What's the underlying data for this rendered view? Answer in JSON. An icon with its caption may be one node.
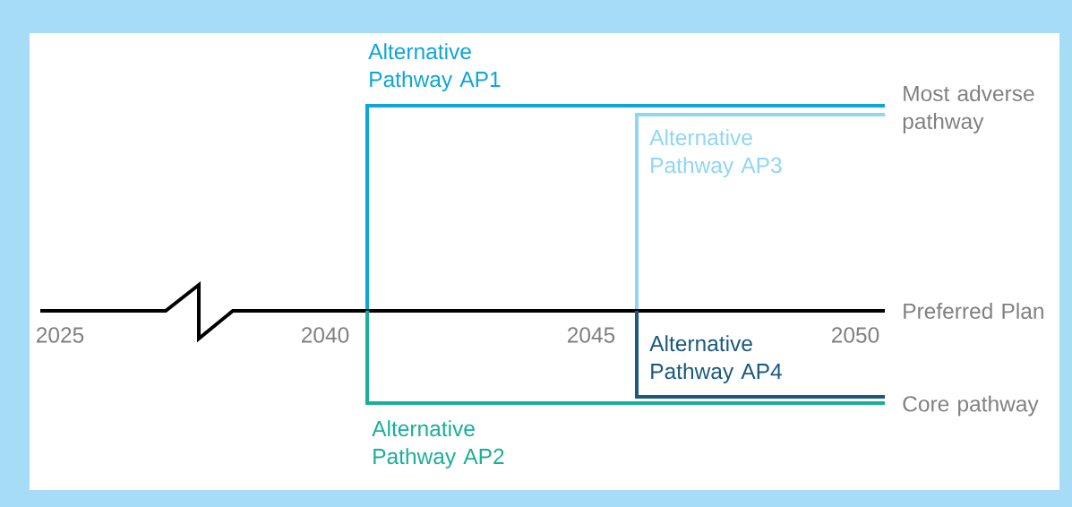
{
  "diagram": {
    "nodes": [
      {
        "text": [
          "Most adverse pathway"
        ]
      },
      {
        "text": [
          "Preferred Plan"
        ]
      },
      {
        "text": [
          "Core pathway"
        ]
      }
    ],
    "edges": [
      {
        "from": null,
        "to": 0,
        "arrow": "none",
        "label": "Alternative Pathway AP1",
        "color": "#0ea5dc"
      },
      {
        "from": null,
        "to": 0,
        "arrow": "none",
        "label": "Alternative Pathway AP3",
        "color": "#8fd6f4"
      },
      {
        "from": null,
        "to": 1,
        "arrow": "none",
        "color": "#000000"
      },
      {
        "from": null,
        "to": 2,
        "arrow": "none",
        "label": "Alternative Pathway AP2",
        "color": "#1aaf9a"
      },
      {
        "from": null,
        "to": 2,
        "arrow": "none",
        "label": "Alternative Pathway AP4",
        "color": "#1a5a80"
      }
    ],
    "labels": [
      "2025",
      "2040",
      "2045",
      "2050"
    ]
  }
}
